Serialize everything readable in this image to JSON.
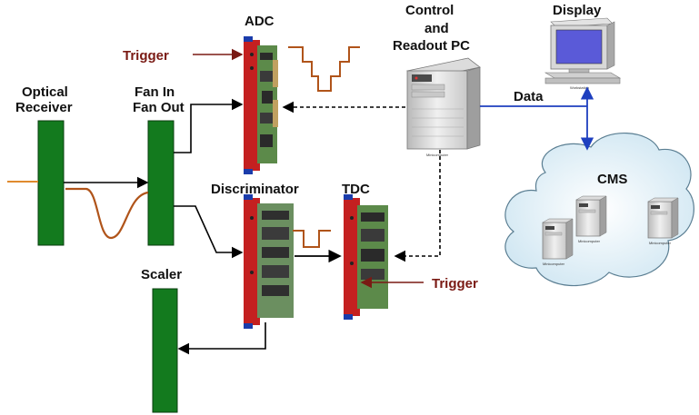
{
  "labels": {
    "optical_receiver_1": "Optical",
    "optical_receiver_2": "Receiver",
    "fan_1": "Fan In",
    "fan_2": "Fan Out",
    "adc": "ADC",
    "trigger_adc": "Trigger",
    "control_1": "Control",
    "control_2": "and",
    "control_3": "Readout PC",
    "display": "Display",
    "data": "Data",
    "cms": "CMS",
    "discriminator": "Discriminator",
    "tdc": "TDC",
    "trigger_tdc": "Trigger",
    "scaler": "Scaler"
  },
  "device_captions": {
    "pc": "Minicomputer",
    "workstation": "Workstation",
    "cms_server_1": "Minicomputer",
    "cms_server_2": "Minicomputer",
    "cms_server_3": "Minicomputer"
  },
  "colors": {
    "module_green": "#137a1e",
    "board_red": "#c42020",
    "trigger_red": "#7a1a14",
    "pulse_orange": "#b0541a",
    "data_blue": "#1e3fbf"
  }
}
